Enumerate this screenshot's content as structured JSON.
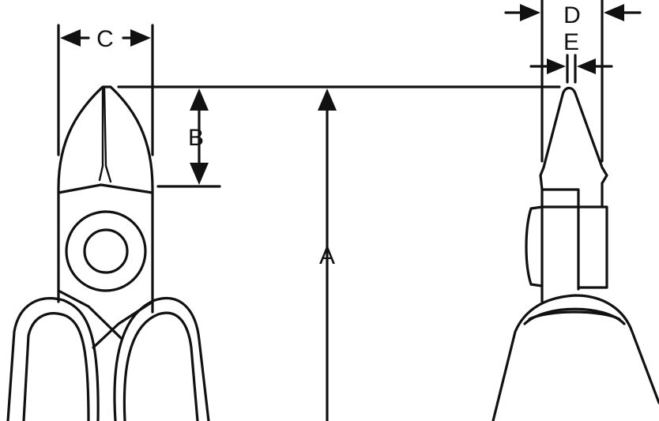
{
  "labels": {
    "A": "A",
    "B": "B",
    "C": "C",
    "D": "D",
    "E": "E"
  },
  "colors": {
    "stroke": "#111111",
    "background": "#ffffff"
  }
}
